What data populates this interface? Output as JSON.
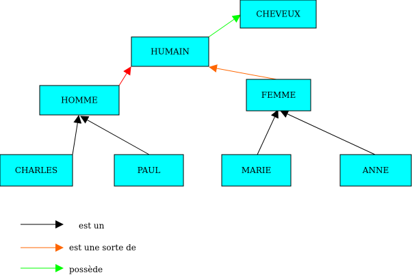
{
  "colors": {
    "node_fill": "#00ffff",
    "node_border": "#000000",
    "est_un": "#000000",
    "est_une_sorte_de": "#ff6600",
    "possede": "#00ff00",
    "red_arrow": "#ff0000"
  },
  "nodes": {
    "cheveux": "CHEVEUX",
    "humain": "HUMAIN",
    "homme": "HOMME",
    "femme": "FEMME",
    "charles": "CHARLES",
    "paul": "PAUL",
    "marie": "MARIE",
    "anne": "ANNE"
  },
  "edges": [
    {
      "from": "humain",
      "to": "cheveux",
      "relation": "possède"
    },
    {
      "from": "homme",
      "to": "humain",
      "relation": "red"
    },
    {
      "from": "femme",
      "to": "humain",
      "relation": "est une sorte de"
    },
    {
      "from": "charles",
      "to": "homme",
      "relation": "est un"
    },
    {
      "from": "paul",
      "to": "homme",
      "relation": "est un"
    },
    {
      "from": "marie",
      "to": "femme",
      "relation": "est un"
    },
    {
      "from": "anne",
      "to": "femme",
      "relation": "est un"
    }
  ],
  "legend": {
    "est_un": "est un",
    "est_une_sorte_de": "est une sorte de",
    "possede": "possède"
  }
}
